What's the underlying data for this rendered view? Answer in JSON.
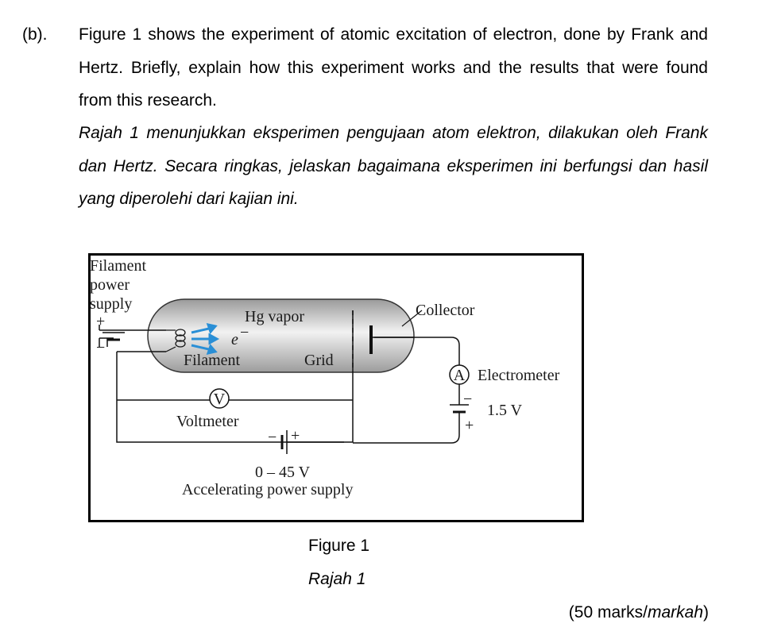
{
  "question": {
    "number": "(b).",
    "english_lines": [
      "Figure 1 shows the experiment of atomic excitation of electron, done by",
      "Frank and Hertz. Briefly, explain how this experiment works and the",
      "results that were found from this research."
    ],
    "malay_lines": [
      "Rajah 1 menunjukkan eksperimen pengujaan atom elektron, dilakukan",
      "oleh Frank dan Hertz. Secara ringkas, jelaskan bagaimana eksperimen ini",
      "berfungsi dan hasil yang diperolehi dari kajian ini."
    ]
  },
  "figure": {
    "labels": {
      "filament_power_1": "Filament",
      "filament_power_2": "power",
      "filament_power_3": "supply",
      "hg_vapor": "Hg vapor",
      "electron": "e",
      "electron_sup": "−",
      "filament": "Filament",
      "grid": "Grid",
      "collector": "Collector",
      "ammeter_symbol": "A",
      "electrometer": "Electrometer",
      "voltmeter_symbol": "V",
      "voltmeter": "Voltmeter",
      "collector_voltage": "1.5 V",
      "acc_range": "0 – 45 V",
      "acc_label": "Accelerating power supply",
      "plus": "+",
      "minus": "−"
    },
    "colors": {
      "arrow": "#2a8fd6",
      "tube_light": "#f2f2f2",
      "tube_dark": "#9a9a9a",
      "wire": "#111111"
    }
  },
  "captions": {
    "english": "Figure 1",
    "malay": "Rajah 1"
  },
  "marks": {
    "prefix": "(50 marks/",
    "italic": "markah",
    "suffix": ")"
  }
}
